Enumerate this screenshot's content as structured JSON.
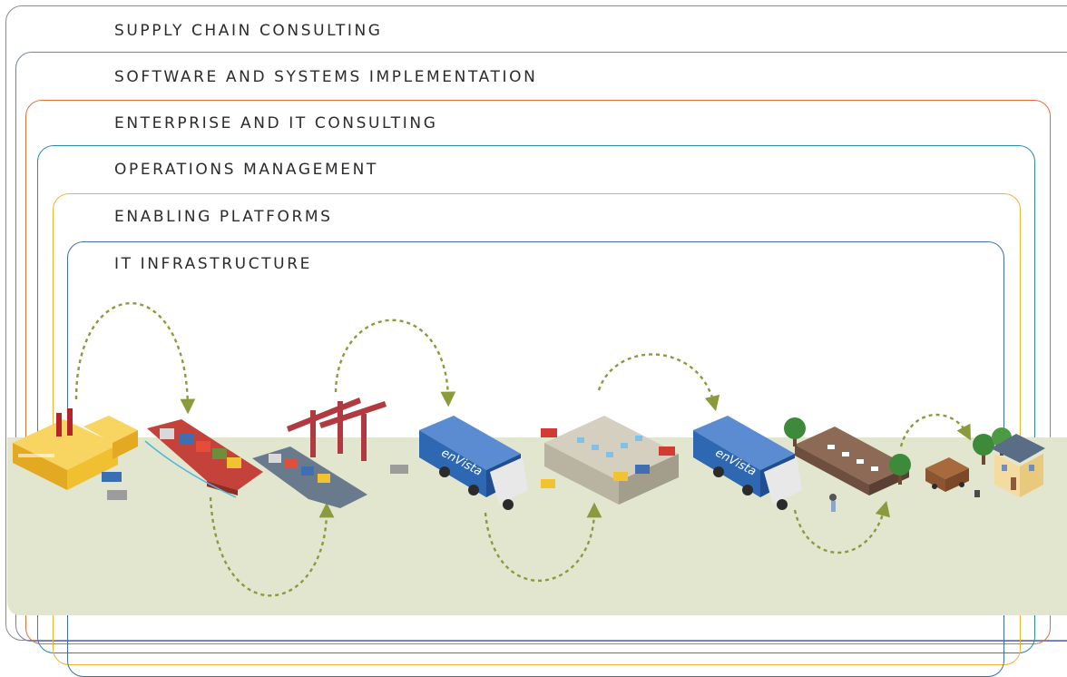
{
  "layers": [
    {
      "label": "SUPPLY CHAIN CONSULTING",
      "color": "#8c8c8c"
    },
    {
      "label": "SOFTWARE AND SYSTEMS IMPLEMENTATION",
      "color": "#6f7fb6"
    },
    {
      "label": "ENTERPRISE AND IT CONSULTING",
      "color": "#e2703a"
    },
    {
      "label": "OPERATIONS MANAGEMENT",
      "color": "#2a8aa6"
    },
    {
      "label": "ENABLING PLATFORMS",
      "color": "#f0b430"
    },
    {
      "label": "IT INFRASTRUCTURE",
      "color": "#3d6fa6"
    }
  ],
  "truck_logo": "enVista",
  "colors": {
    "ground": "#e3e6cf",
    "flow_arrow": "#8a9a3c",
    "truck_trailer": "#2e67b2",
    "factory": "#f2c230",
    "warehouse": "#b9b3a2"
  },
  "icons": [
    "factory-icon",
    "container-ship-icon",
    "port-crane-icon",
    "truck-icon",
    "warehouse-icon",
    "store-icon",
    "delivery-van-icon",
    "house-icon",
    "tree-icon"
  ]
}
